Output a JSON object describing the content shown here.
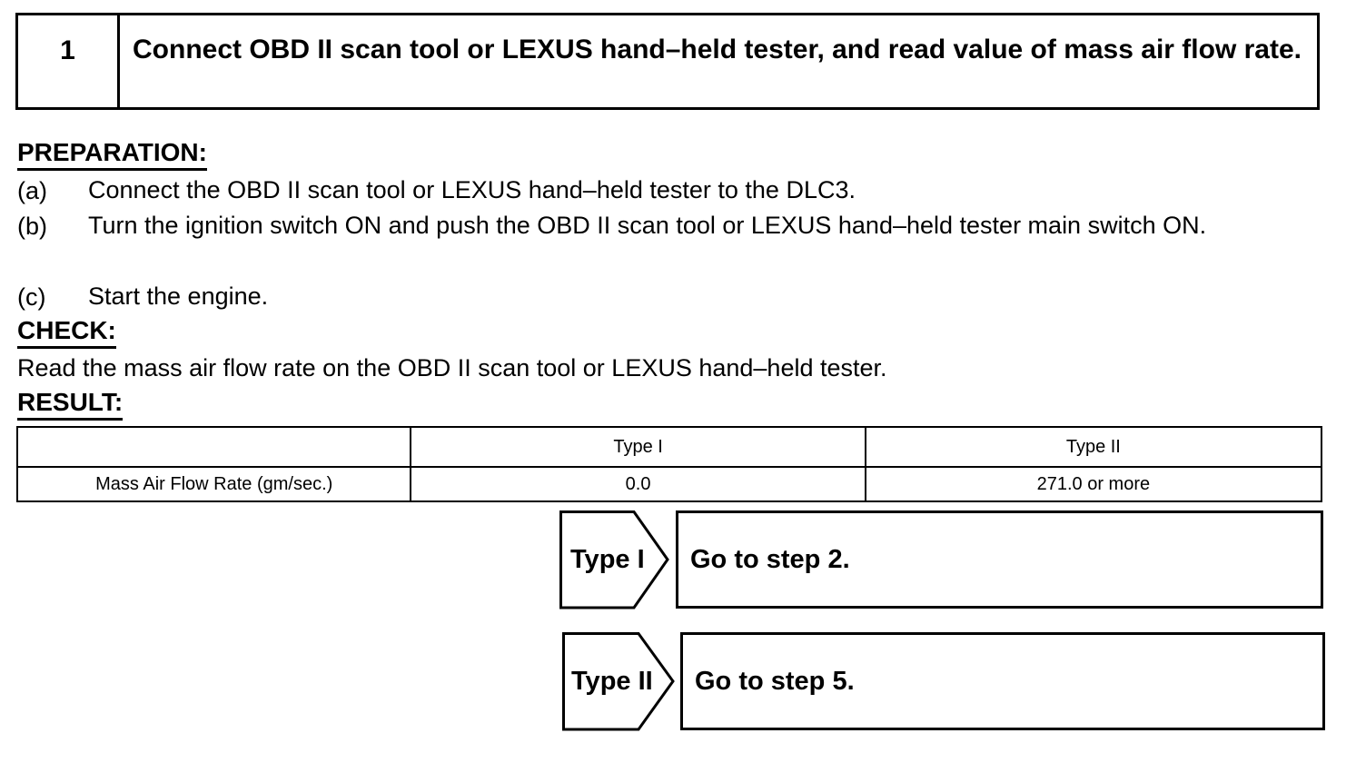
{
  "step": {
    "number": "1",
    "title": "Connect OBD II scan tool or LEXUS hand–held tester, and read value of mass air flow rate."
  },
  "preparation": {
    "heading": "PREPARATION:",
    "items": [
      {
        "marker": "(a)",
        "text": "Connect the OBD II scan tool or LEXUS hand–held tester to the DLC3."
      },
      {
        "marker": "(b)",
        "text": "Turn the ignition switch ON and push the OBD II scan tool or LEXUS hand–held tester main switch ON."
      },
      {
        "marker": "(c)",
        "text": "Start the engine."
      }
    ]
  },
  "check": {
    "heading": "CHECK:",
    "text": "Read the mass air flow rate on the OBD II scan tool or LEXUS hand–held tester."
  },
  "result": {
    "heading": "RESULT:",
    "columns": [
      "",
      "Type I",
      "Type II"
    ],
    "rows": [
      [
        "Mass Air Flow Rate (gm/sec.)",
        "0.0",
        "271.0 or more"
      ]
    ]
  },
  "branches": [
    {
      "label": "Type I",
      "action": "Go to step 2."
    },
    {
      "label": "Type II",
      "action": "Go to step 5."
    }
  ]
}
